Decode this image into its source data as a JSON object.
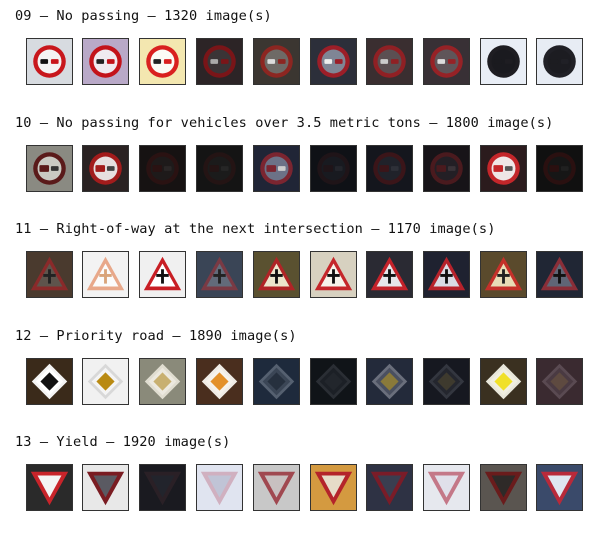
{
  "groups": [
    {
      "title": "09 — No passing — 1320 image(s)",
      "sign": "no-passing",
      "thumbs": [
        {
          "bg": "#d7dbe0",
          "ring": "#c8171c",
          "fill": "#f4f4f4",
          "ink": "#111"
        },
        {
          "bg": "#b9a9c8",
          "ring": "#c3121a",
          "fill": "#f0eaf0",
          "ink": "#222"
        },
        {
          "bg": "#f3e7b0",
          "ring": "#d9201f",
          "fill": "#fbfbf5",
          "ink": "#222"
        },
        {
          "bg": "#2c2426",
          "ring": "#7a1518",
          "fill": "#3a3436",
          "ink": "#aaa"
        },
        {
          "bg": "#3b3631",
          "ring": "#8c2621",
          "fill": "#6e6a66",
          "ink": "#ddd"
        },
        {
          "bg": "#2c2f3a",
          "ring": "#9c1e28",
          "fill": "#7f8595",
          "ink": "#eee"
        },
        {
          "bg": "#3a2e30",
          "ring": "#902024",
          "fill": "#5b4f52",
          "ink": "#ccc"
        },
        {
          "bg": "#383035",
          "ring": "#962226",
          "fill": "#5f5559",
          "ink": "#ddd"
        },
        {
          "bg": "#e9eef6",
          "ring": "#1e1d22",
          "fill": "#1a1a1f",
          "ink": "#1a1a1f"
        },
        {
          "bg": "#e7ecf4",
          "ring": "#202026",
          "fill": "#1c1c21",
          "ink": "#1c1c21"
        }
      ]
    },
    {
      "title": "10 — No passing for vehicles over 3.5 metric tons — 1800 image(s)",
      "sign": "no-passing-trucks",
      "thumbs": [
        {
          "bg": "#8a8a82",
          "ring": "#5a1a1a",
          "fill": "#c9c9c2",
          "ink": "#333"
        },
        {
          "bg": "#2a2222",
          "ring": "#a21c1c",
          "fill": "#e6e0e0",
          "ink": "#444"
        },
        {
          "bg": "#161212",
          "ring": "#2a1212",
          "fill": "#1e1a1a",
          "ink": "#2a2626"
        },
        {
          "bg": "#141414",
          "ring": "#241414",
          "fill": "#1b1b1b",
          "ink": "#262626"
        },
        {
          "bg": "#202536",
          "ring": "#7b2530",
          "fill": "#6c7287",
          "ink": "#ccc"
        },
        {
          "bg": "#0f1116",
          "ring": "#1f1418",
          "fill": "#181a20",
          "ink": "#23252b"
        },
        {
          "bg": "#14161d",
          "ring": "#3b1519",
          "fill": "#20222a",
          "ink": "#2e3038"
        },
        {
          "bg": "#171418",
          "ring": "#4a1a1e",
          "fill": "#231f25",
          "ink": "#3a3338"
        },
        {
          "bg": "#2b1b1d",
          "ring": "#c4262a",
          "fill": "#efe6e6",
          "ink": "#555"
        },
        {
          "bg": "#101010",
          "ring": "#2a1010",
          "fill": "#161616",
          "ink": "#202020"
        }
      ]
    },
    {
      "title": "11 — Right-of-way at the next intersection — 1170 image(s)",
      "sign": "right-of-way",
      "thumbs": [
        {
          "bg": "#4a3a2e",
          "ring": "#8a2a2a",
          "fill": "#5e544c",
          "ink": "#222"
        },
        {
          "bg": "#f3f3f3",
          "ring": "#e8a88a",
          "fill": "#fbfbfb",
          "ink": "#d9a47a"
        },
        {
          "bg": "#f0f0f0",
          "ring": "#c81e24",
          "fill": "#ffffff",
          "ink": "#111"
        },
        {
          "bg": "#3a4556",
          "ring": "#7a3a44",
          "fill": "#626b7a",
          "ink": "#222"
        },
        {
          "bg": "#5a5130",
          "ring": "#b02426",
          "fill": "#ece6cc",
          "ink": "#111"
        },
        {
          "bg": "#d7d1c0",
          "ring": "#c5262a",
          "fill": "#f6f3ea",
          "ink": "#111"
        },
        {
          "bg": "#2a2a33",
          "ring": "#c4222a",
          "fill": "#e6e6ea",
          "ink": "#111"
        },
        {
          "bg": "#1f2230",
          "ring": "#b7222b",
          "fill": "#d9dbe4",
          "ink": "#111"
        },
        {
          "bg": "#5a4a2c",
          "ring": "#c5302a",
          "fill": "#e8dcb6",
          "ink": "#222"
        },
        {
          "bg": "#202634",
          "ring": "#8a2e38",
          "fill": "#5f6676",
          "ink": "#111"
        }
      ]
    },
    {
      "title": "12 — Priority road — 1890 image(s)",
      "sign": "priority-road",
      "thumbs": [
        {
          "bg": "#3a2a1a",
          "ring": "#f4f4f4",
          "fill": "#ffffff",
          "ink": "#111111"
        },
        {
          "bg": "#f1f1f1",
          "ring": "#d8d8d8",
          "fill": "#f4f4f4",
          "ink": "#b98a12"
        },
        {
          "bg": "#8a8a7a",
          "ring": "#e0ddd0",
          "fill": "#ece9df",
          "ink": "#c8b070"
        },
        {
          "bg": "#4a2e1e",
          "ring": "#f0ece6",
          "fill": "#f6f2ec",
          "ink": "#e3902a"
        },
        {
          "bg": "#1e2a3c",
          "ring": "#556070",
          "fill": "#3b4656",
          "ink": "#26303e"
        },
        {
          "bg": "#101418",
          "ring": "#2a2e34",
          "fill": "#1c2026",
          "ink": "#22262c"
        },
        {
          "bg": "#232a3a",
          "ring": "#6a6f7c",
          "fill": "#4a5060",
          "ink": "#8a7a3a"
        },
        {
          "bg": "#161820",
          "ring": "#33363f",
          "fill": "#24262e",
          "ink": "#3e3a2e"
        },
        {
          "bg": "#3a3020",
          "ring": "#e8e6da",
          "fill": "#f0eee0",
          "ink": "#f0e028"
        },
        {
          "bg": "#3a2a30",
          "ring": "#5a4a52",
          "fill": "#4a3a42",
          "ink": "#5e4a40"
        }
      ]
    },
    {
      "title": "13 — Yield — 1920 image(s)",
      "sign": "yield",
      "thumbs": [
        {
          "bg": "#2a2a2a",
          "ring": "#c8242a",
          "fill": "#f4f4f4",
          "ink": "#f4f4f4"
        },
        {
          "bg": "#e8e8e8",
          "ring": "#7a1c22",
          "fill": "#5a5a62",
          "ink": "#5a5a62"
        },
        {
          "bg": "#1a1a20",
          "ring": "#2a2026",
          "fill": "#22242c",
          "ink": "#22242c"
        },
        {
          "bg": "#e0e4f0",
          "ring": "#d0b0c0",
          "fill": "#c0c4d6",
          "ink": "#c0c4d6"
        },
        {
          "bg": "#c8c8c8",
          "ring": "#a04850",
          "fill": "#c8c0c0",
          "ink": "#c8c0c0"
        },
        {
          "bg": "#d49a40",
          "ring": "#b4242a",
          "fill": "#e6dcc8",
          "ink": "#e6dcc8"
        },
        {
          "bg": "#2e3244",
          "ring": "#7a1c28",
          "fill": "#3a3e50",
          "ink": "#3a3e50"
        },
        {
          "bg": "#e6e8ee",
          "ring": "#c47888",
          "fill": "#e0e0ea",
          "ink": "#e0e0ea"
        },
        {
          "bg": "#5a5550",
          "ring": "#6a1c1c",
          "fill": "#2e2a28",
          "ink": "#2e2a28"
        },
        {
          "bg": "#3a4a6a",
          "ring": "#b82a3a",
          "fill": "#dfe6f0",
          "ink": "#dfe6f0"
        }
      ]
    }
  ]
}
